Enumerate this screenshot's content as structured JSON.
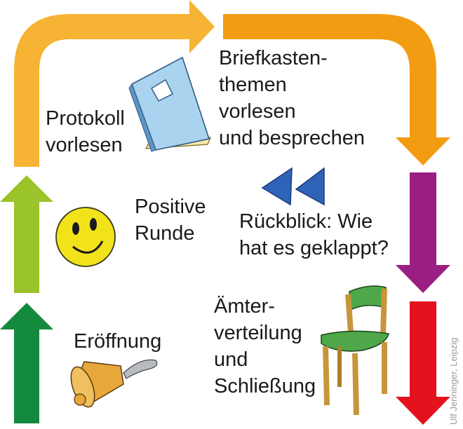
{
  "steps": {
    "protokoll": {
      "line1": "Protokoll",
      "line2": "vorlesen",
      "color": "#f7b334",
      "icon": "notebook-icon"
    },
    "briefkasten": {
      "line1": "Briefkasten-",
      "line2": "themen",
      "line3": "vorlesen",
      "line4": "und besprechen",
      "color": "#f39c12",
      "icon": "none"
    },
    "positive": {
      "line1": "Positive",
      "line2": "Runde",
      "color": "#9bc32a",
      "icon": "smiley-icon"
    },
    "rueckblick": {
      "line1": "Rückblick: Wie",
      "line2": "hat es geklappt?",
      "color": "#9b1f83",
      "icon": "rewind-icon"
    },
    "eroeffnung": {
      "line1": "Eröffnung",
      "color": "#148a3e",
      "icon": "bell-icon"
    },
    "aemter": {
      "line1": "Ämter-",
      "line2": "verteilung",
      "line3": "und",
      "line4": "Schließung",
      "color": "#e3121d",
      "icon": "chair-icon"
    }
  },
  "credit": "Ulf Jenninger, Leipzig"
}
